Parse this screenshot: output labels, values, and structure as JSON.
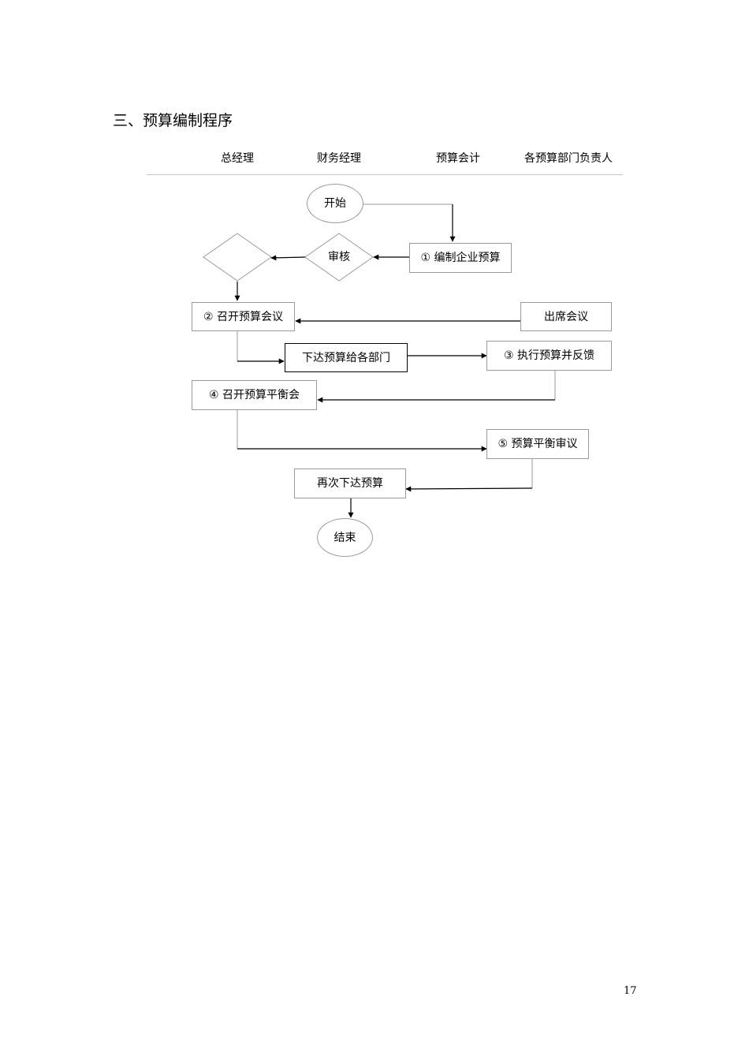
{
  "section": {
    "title": "三、预算编制程序"
  },
  "lanes": {
    "general_manager": "总经理",
    "finance_manager": "财务经理",
    "budget_accountant": "预算会计",
    "dept_heads": "各预算部门负责人"
  },
  "flow": {
    "start": "开始",
    "review": "审核",
    "step1": "① 编制企业预算",
    "step2": "② 召开预算会议",
    "attend": "出席会议",
    "issue": "下达预算给各部门",
    "step3": "③ 执行预算并反馈",
    "step4": "④ 召开预算平衡会",
    "step5": "⑤ 预算平衡审议",
    "reissue": "再次下达预算",
    "end": "结束"
  },
  "page": {
    "number": "17"
  },
  "colors": {
    "border": "#9a9a9a",
    "divider": "#c8c8c8",
    "text": "#000000"
  }
}
